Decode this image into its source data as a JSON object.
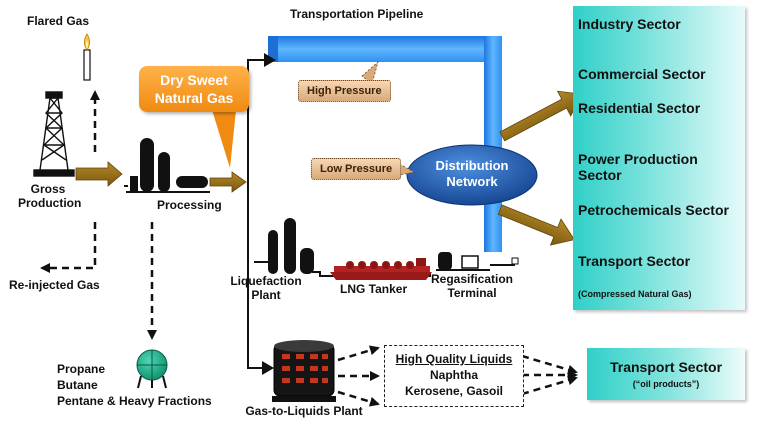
{
  "labels": {
    "flared_gas": "Flared Gas",
    "transportation_pipeline": "Transportation Pipeline",
    "dry_sweet_natural_gas": "Dry Sweet Natural Gas",
    "gross_production": "Gross Production",
    "processing": "Processing",
    "high_pressure": "High Pressure",
    "low_pressure": "Low Pressure",
    "distribution_network": "Distribution Network",
    "reinjected_gas": "Re-injected Gas",
    "liquefaction_plant": "Liquefaction Plant",
    "lng_tanker": "LNG Tanker",
    "regasification_terminal": "Regasification Terminal",
    "propane": "Propane",
    "butane": "Butane",
    "pentane": "Pentane & Heavy Fractions",
    "gas_to_liquids_plant": "Gas-to-Liquids Plant",
    "high_quality_liquids": "High Quality Liquids",
    "naphtha": "Naphtha",
    "kerosene_gasoil": "Kerosene, Gasoil",
    "transport_sector_oil": "Transport Sector",
    "oil_products": "(“oil products”)"
  },
  "sectors": [
    "Industry Sector",
    "Commercial Sector",
    "Residential Sector",
    "Power Production Sector",
    "Petrochemicals Sector",
    "Transport Sector"
  ],
  "sector_note": "(Compressed Natural Gas)",
  "colors": {
    "arrow_brown": "#8a6510",
    "pipeline_blue": "#2b8ef0",
    "network_blue": "#1f5fb5",
    "sector_teal": "#2fd0c8",
    "callout_orange": "#f08a10"
  }
}
